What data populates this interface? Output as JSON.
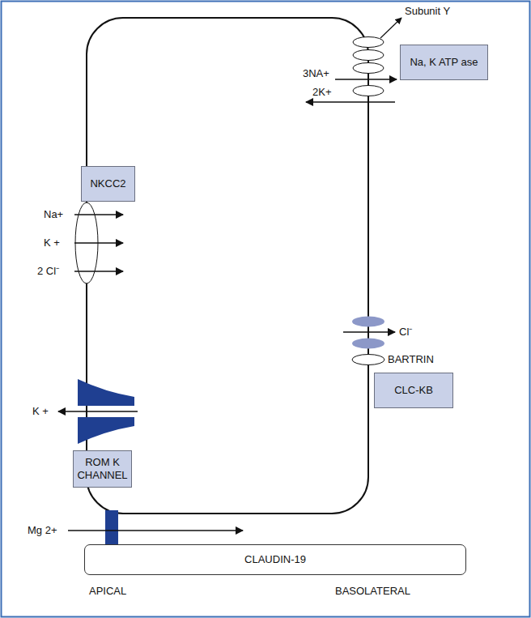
{
  "diagram": {
    "nodes": [
      {
        "text": [
          "Na, K ATP ase"
        ]
      },
      {
        "text": [
          "NKCC2"
        ]
      },
      {
        "text": [
          "CLC-KB"
        ]
      },
      {
        "text": [
          "ROM K CHANNEL"
        ]
      },
      {
        "text": [
          "CLAUDIN-19"
        ]
      }
    ],
    "labels": [
      "Subunit Y",
      "3NA+",
      "2K+",
      "Na+",
      "K +",
      "2 Cl⁻",
      "Cl⁻",
      "BARTRIN",
      "K +",
      "Mg 2+",
      "APICAL",
      "BASOLATERAL"
    ]
  }
}
